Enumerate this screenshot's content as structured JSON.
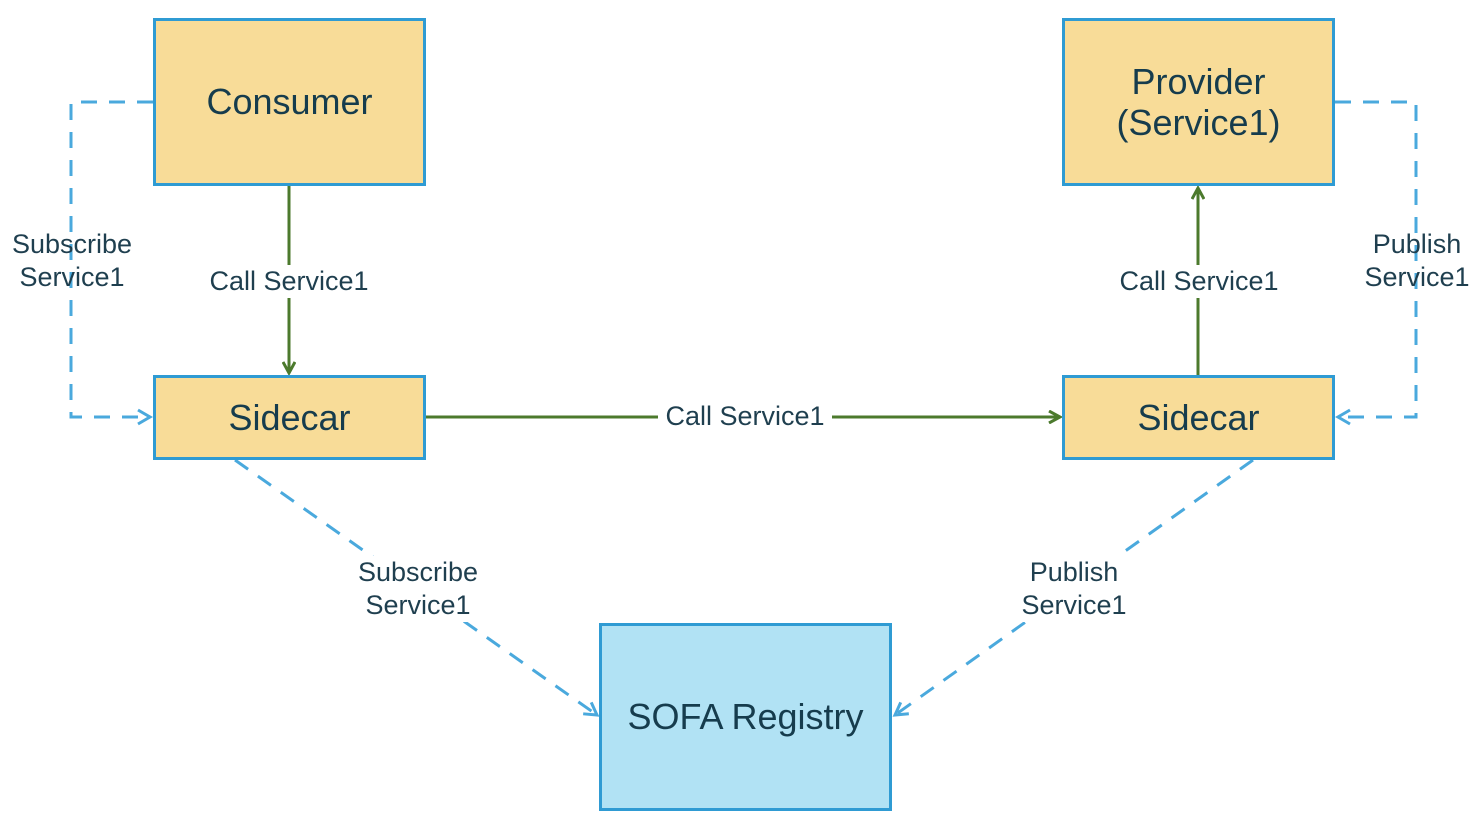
{
  "nodes": {
    "consumer": "Consumer",
    "provider": "Provider\n(Service1)",
    "sidecar_left": "Sidecar",
    "sidecar_right": "Sidecar",
    "registry": "SOFA Registry"
  },
  "edges": {
    "consumer_subscribe": "Subscribe\nService1",
    "consumer_call": "Call Service1",
    "sidecar_call": "Call Service1",
    "provider_call": "Call Service1",
    "provider_publish": "Publish\nService1",
    "registry_subscribe": "Subscribe\nService1",
    "registry_publish": "Publish\nService1"
  },
  "colors": {
    "box_fill": "#f8dc98",
    "registry_fill": "#b1e2f4",
    "border": "#2f9bd3",
    "call_line": "#4c7a2d",
    "dashed_line": "#4aa9dd"
  }
}
